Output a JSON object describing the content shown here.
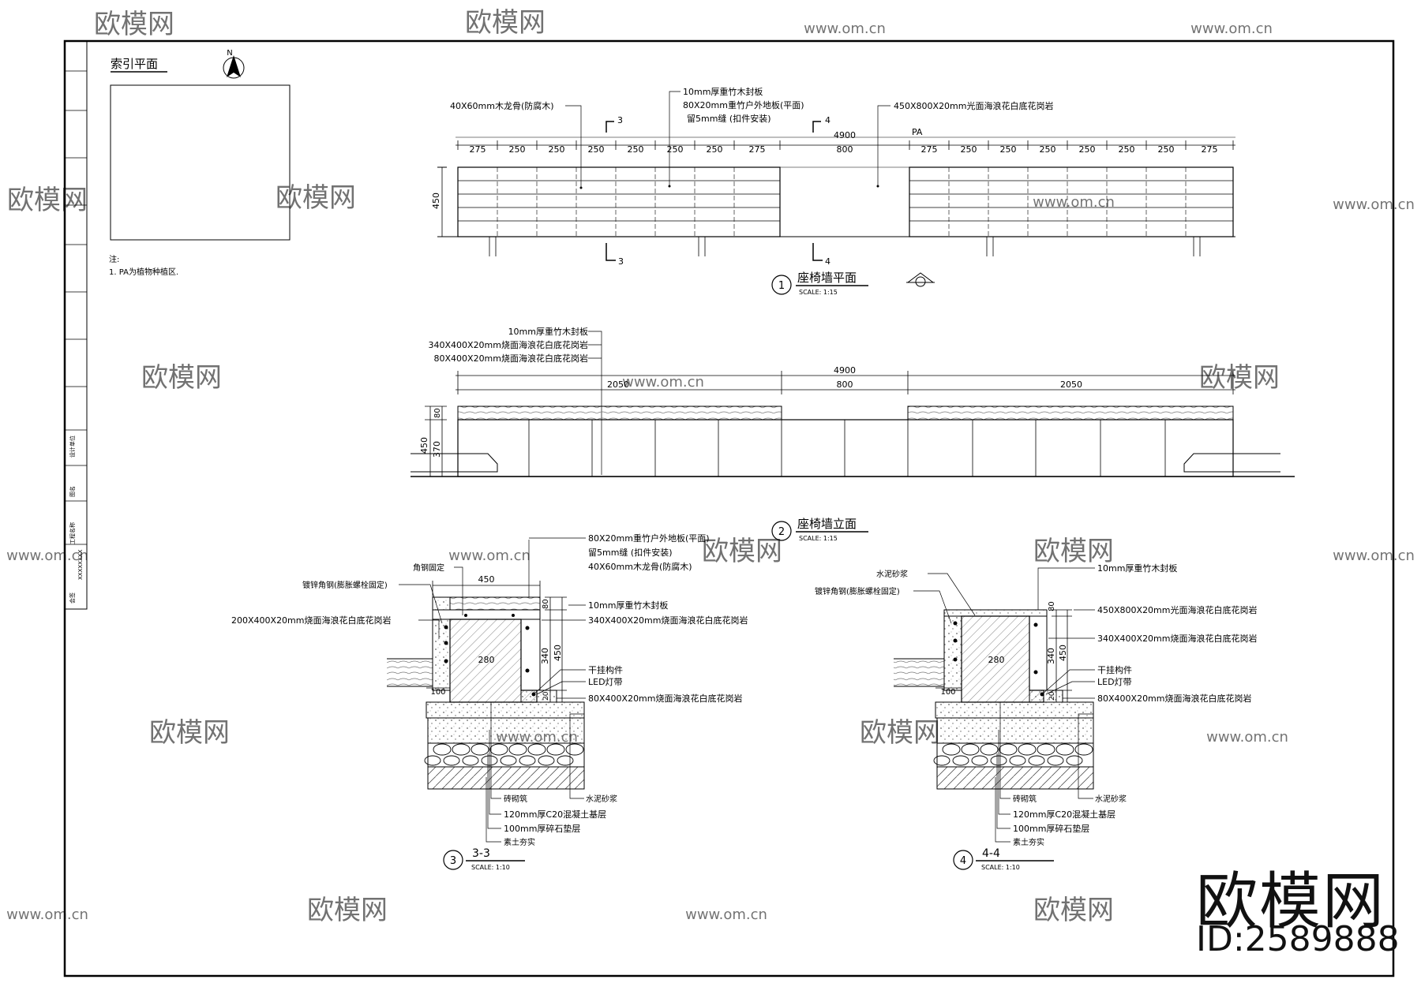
{
  "index_plan": {
    "title": "索引平面",
    "notes_label": "注:",
    "note_1": "1. PA为植物种植区."
  },
  "north_arrow": {
    "label": "N"
  },
  "plan": {
    "title": "座椅墙平面",
    "scale": "SCALE:  1:15",
    "number": "1",
    "annotations": {
      "joist": "40X60mm木龙骨(防腐木)",
      "bamboo_cover": "10mm厚重竹木封板",
      "bamboo_deck": "80X20mm重竹户外地板(平面)",
      "gap": "留5mm缝 (扣件安装)",
      "granite_top": "450X800X20mm光面海浪花白底花岗岩",
      "pa": "PA"
    },
    "section_marks": {
      "s3_top": "3",
      "s4_top": "4",
      "s3_bot": "3",
      "s4_bot": "4"
    },
    "total_dim": "4900",
    "dims_left": [
      "275",
      "250",
      "250",
      "250",
      "250",
      "250",
      "250",
      "275"
    ],
    "dim_center": "800",
    "dims_right": [
      "275",
      "250",
      "250",
      "250",
      "250",
      "250",
      "250",
      "275"
    ],
    "height_dim": "450"
  },
  "elevation": {
    "title": "座椅墙立面",
    "scale": "SCALE:  1:15",
    "number": "2",
    "annotations": {
      "bamboo_cover": "10mm厚重竹木封板",
      "granite_side": "340X400X20mm烧面海浪花白底花岗岩",
      "granite_base": "80X400X20mm烧面海浪花白底花岗岩"
    },
    "total_dim": "4900",
    "dims": [
      "2050",
      "800",
      "2050"
    ],
    "height_total": "450",
    "height_top": "80",
    "height_body": "370"
  },
  "section3": {
    "title": "3-3",
    "scale": "SCALE:  1:10",
    "number": "3",
    "annotations": {
      "bamboo_deck": "80X20mm重竹户外地板(平面)",
      "gap": "留5mm缝 (扣件安装)",
      "joist": "40X60mm木龙骨(防腐木)",
      "angle_fix": "角钢固定",
      "galv_angle": "镀锌角钢(膨胀螺栓固定)",
      "granite_200": "200X400X20mm烧面海浪花白底花岗岩",
      "bamboo_cover": "10mm厚重竹木封板",
      "granite_340": "340X400X20mm烧面海浪花白底花岗岩",
      "dry_hang": "干挂构件",
      "led": "LED灯带",
      "granite_80": "80X400X20mm烧面海浪花白底花岗岩",
      "brick": "砖砌筑",
      "mortar": "水泥砂浆",
      "concrete": "120mm厚C20混凝土基层",
      "gravel": "100mm厚碎石垫层",
      "soil": "素土夯实"
    },
    "dims": {
      "width": "450",
      "inner": "280",
      "h340": "340",
      "h450": "450",
      "h80": "80",
      "d100": "100",
      "d20": "20"
    }
  },
  "section4": {
    "title": "4-4",
    "scale": "SCALE:  1:10",
    "number": "4",
    "annotations": {
      "mortar_top": "水泥砂浆",
      "galv_angle": "镀锌角钢(膨胀螺栓固定)",
      "bamboo_cover": "10mm厚重竹木封板",
      "granite_450": "450X800X20mm光面海浪花白底花岗岩",
      "granite_340": "340X400X20mm烧面海浪花白底花岗岩",
      "dry_hang": "干挂构件",
      "led": "LED灯带",
      "granite_80": "80X400X20mm烧面海浪花白底花岗岩",
      "brick": "砖砌筑",
      "mortar": "水泥砂浆",
      "concrete": "120mm厚C20混凝土基层",
      "gravel": "100mm厚碎石垫层",
      "soil": "素土夯实"
    },
    "dims": {
      "inner": "280",
      "h340": "340",
      "h450": "450",
      "h80": "80",
      "d100": "100",
      "d20": "20"
    }
  },
  "watermark": {
    "brand": "欧模网",
    "url": "www.om.cn",
    "url_short": "om.cn",
    "id": "ID:2589888"
  },
  "title_block": {
    "t1": "会签",
    "t2": "XXXXXXXX",
    "t3": "工程名称",
    "t4": "图名",
    "t5": "设计单位"
  },
  "colors": {
    "line": "#000000",
    "hatch": "#555555",
    "watermark": "#d8d8d8"
  }
}
